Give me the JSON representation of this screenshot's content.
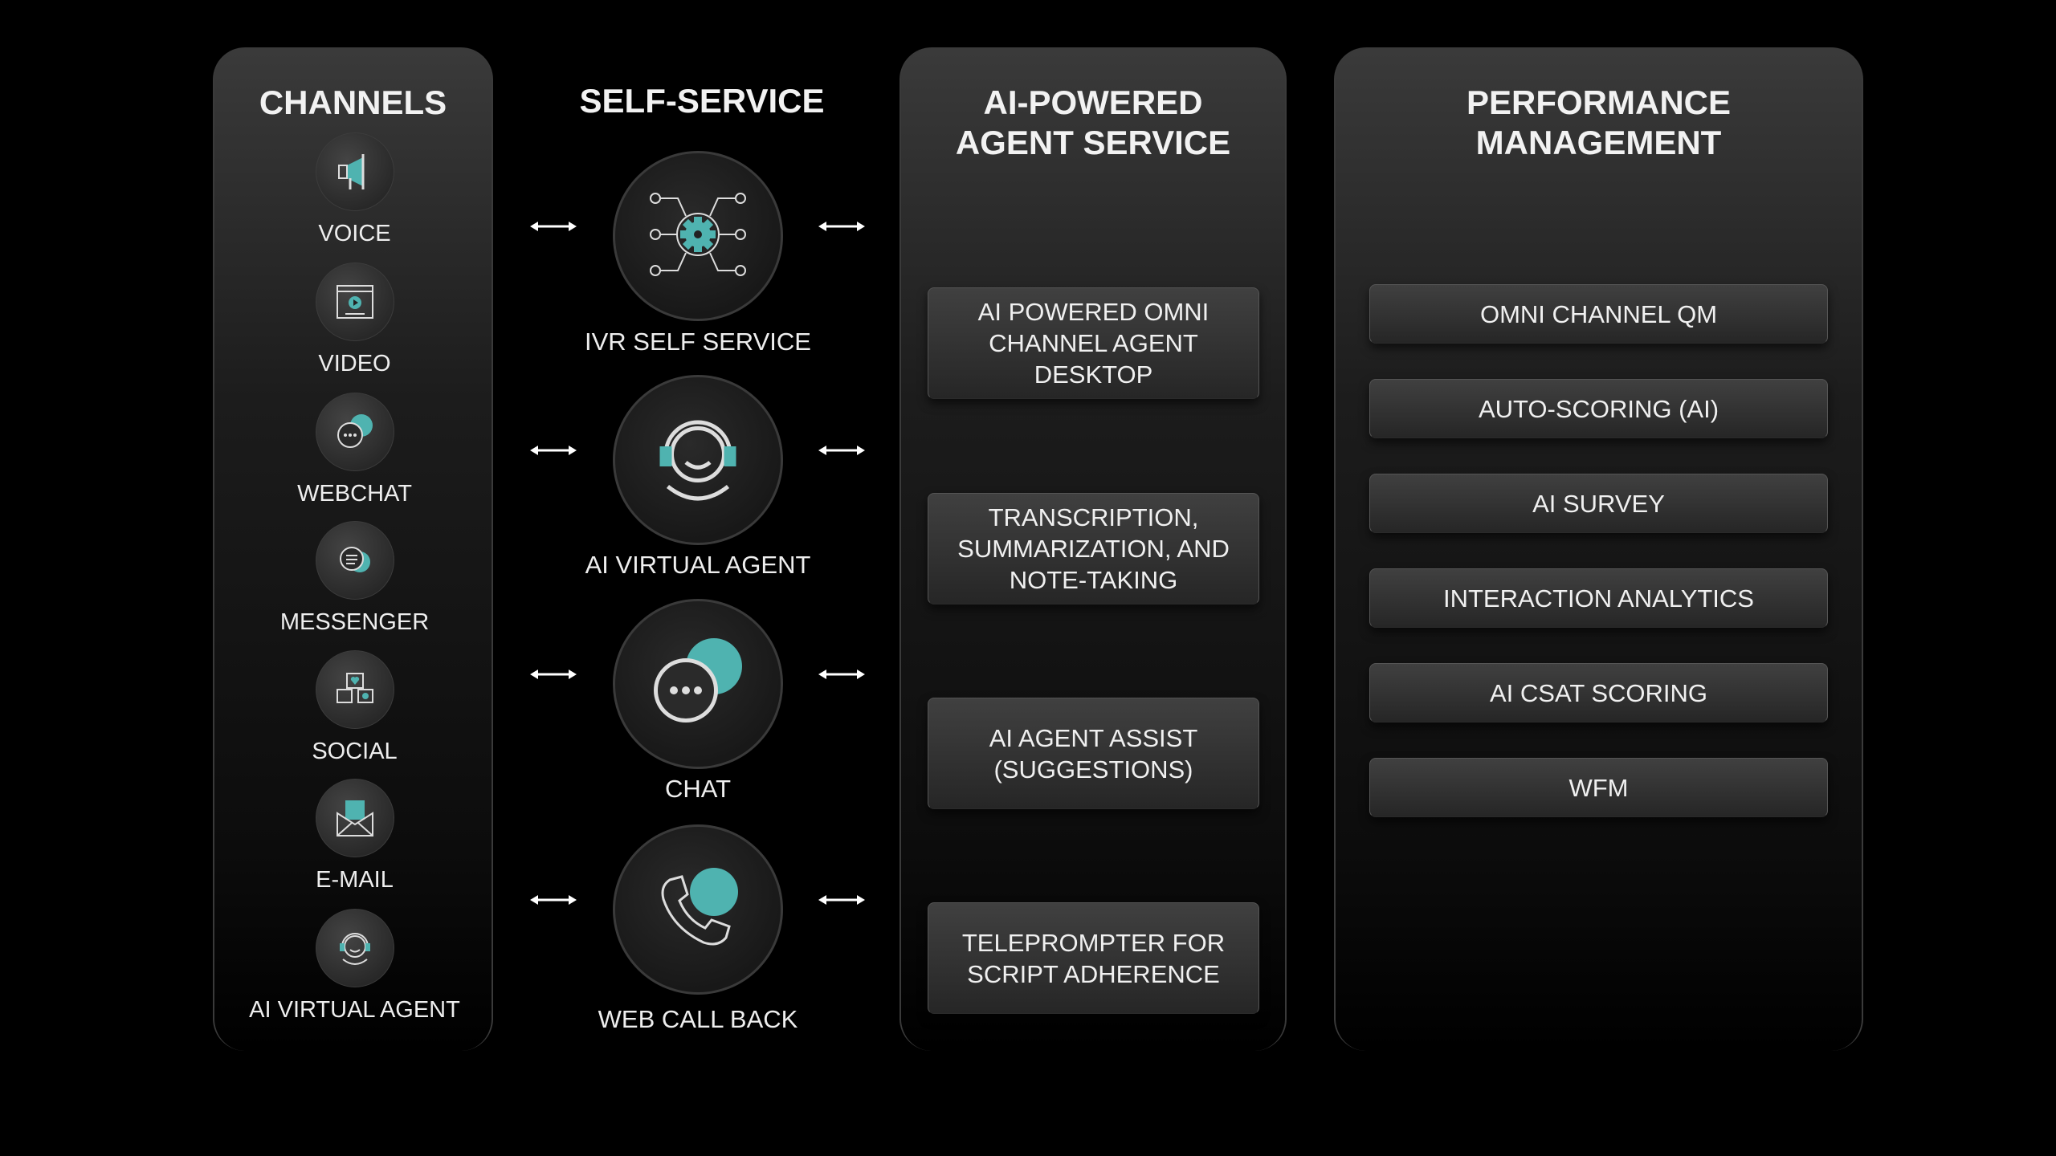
{
  "channels": {
    "title": "CHANNELS",
    "items": [
      {
        "label": "VOICE",
        "icon": "megaphone-icon"
      },
      {
        "label": "VIDEO",
        "icon": "video-player-icon"
      },
      {
        "label": "WEBCHAT",
        "icon": "chat-bubbles-icon"
      },
      {
        "label": "MESSENGER",
        "icon": "messenger-icon"
      },
      {
        "label": "SOCIAL",
        "icon": "social-icon"
      },
      {
        "label": "E-MAIL",
        "icon": "envelope-icon"
      },
      {
        "label": "AI VIRTUAL AGENT",
        "icon": "headset-agent-icon"
      }
    ]
  },
  "self_service": {
    "title": "SELF-SERVICE",
    "items": [
      {
        "label": "IVR SELF SERVICE",
        "icon": "gear-network-icon"
      },
      {
        "label": "AI VIRTUAL AGENT",
        "icon": "headset-agent-icon"
      },
      {
        "label": "CHAT",
        "icon": "chat-bubbles-icon"
      },
      {
        "label": "WEB CALL BACK",
        "icon": "phone-callback-icon"
      }
    ]
  },
  "agent_service": {
    "title_line1": "AI-POWERED",
    "title_line2": "AGENT SERVICE",
    "items": [
      "AI POWERED OMNI CHANNEL AGENT DESKTOP",
      "TRANSCRIPTION, SUMMARIZATION, AND NOTE-TAKING",
      "AI AGENT ASSIST (SUGGESTIONS)",
      "TELEPROMPTER FOR SCRIPT ADHERENCE"
    ]
  },
  "performance": {
    "title_line1": "PERFORMANCE",
    "title_line2": "MANAGEMENT",
    "items": [
      "OMNI CHANNEL QM",
      "AUTO-SCORING (AI)",
      "AI SURVEY",
      "INTERACTION ANALYTICS",
      "AI CSAT SCORING",
      "WFM"
    ]
  },
  "colors": {
    "accent": "#4fb3b0",
    "background": "#000000"
  }
}
